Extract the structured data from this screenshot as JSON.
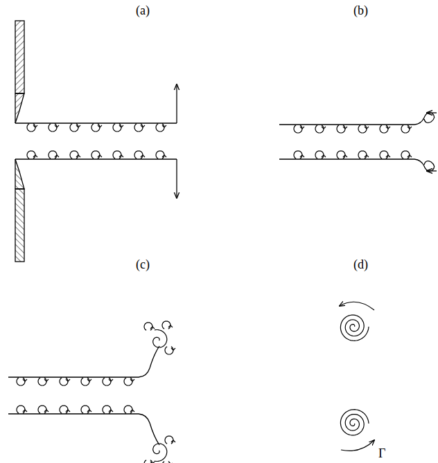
{
  "diagram": {
    "labels": [
      "(a)",
      "(b)",
      "(c)",
      "(d)",
      "Γ"
    ]
  }
}
